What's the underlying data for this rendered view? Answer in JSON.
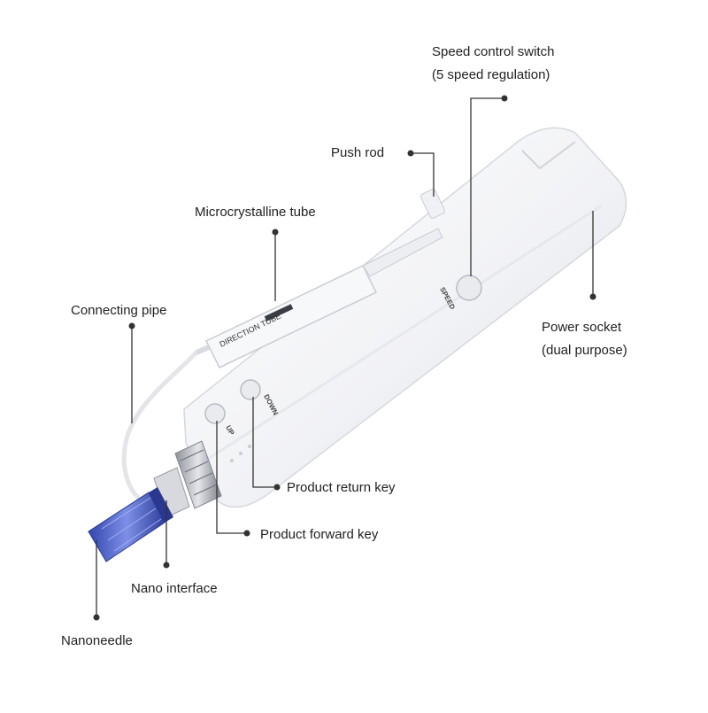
{
  "diagram": {
    "labels": {
      "speed_switch": [
        "Speed control switch",
        "(5 speed regulation)"
      ],
      "push_rod": "Push rod",
      "microcrystalline_tube": "Microcrystalline tube",
      "connecting_pipe": "Connecting pipe",
      "power_socket": [
        "Power socket",
        "(dual purpose)"
      ],
      "product_return_key": "Product return key",
      "product_forward_key": "Product forward key",
      "nano_interface": "Nano interface",
      "nanoneedle": "Nanoneedle"
    },
    "device_markings": {
      "speed": "SPEED",
      "down": "DOWN",
      "up": "UP",
      "tube_text": "DIRECTION TUBE"
    },
    "colors": {
      "leader": "#333333",
      "body": "#f3f4f6",
      "needle": "#4b5fc9",
      "metal": "#b9bcc2"
    }
  }
}
